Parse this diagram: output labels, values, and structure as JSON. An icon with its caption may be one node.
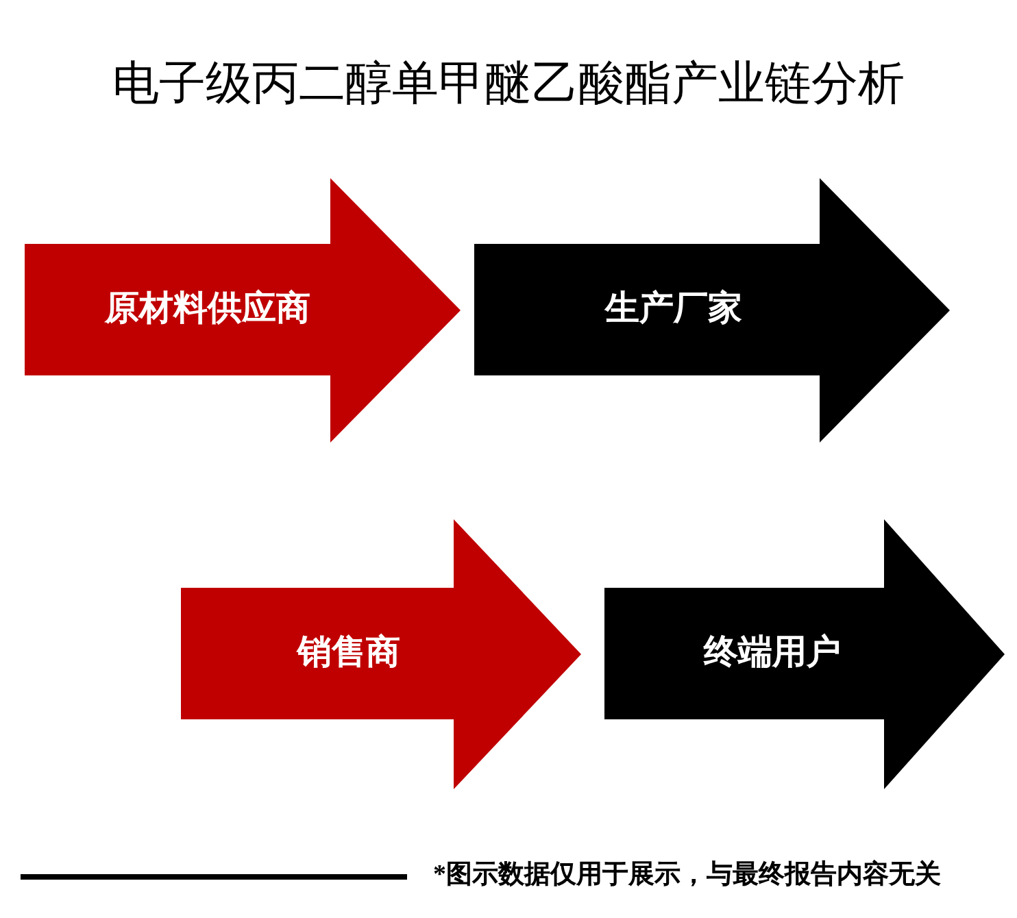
{
  "diagram": {
    "title": "电子级丙二醇单甲醚乙酸酯产业链分析",
    "nodes": [
      {
        "text": [
          "原材料供应商"
        ]
      },
      {
        "text": [
          "生产厂家"
        ]
      },
      {
        "text": [
          "销售商"
        ]
      },
      {
        "text": [
          "终端用户"
        ]
      }
    ],
    "caption": "*图示数据仅用于展示，与最终报告内容无关"
  }
}
